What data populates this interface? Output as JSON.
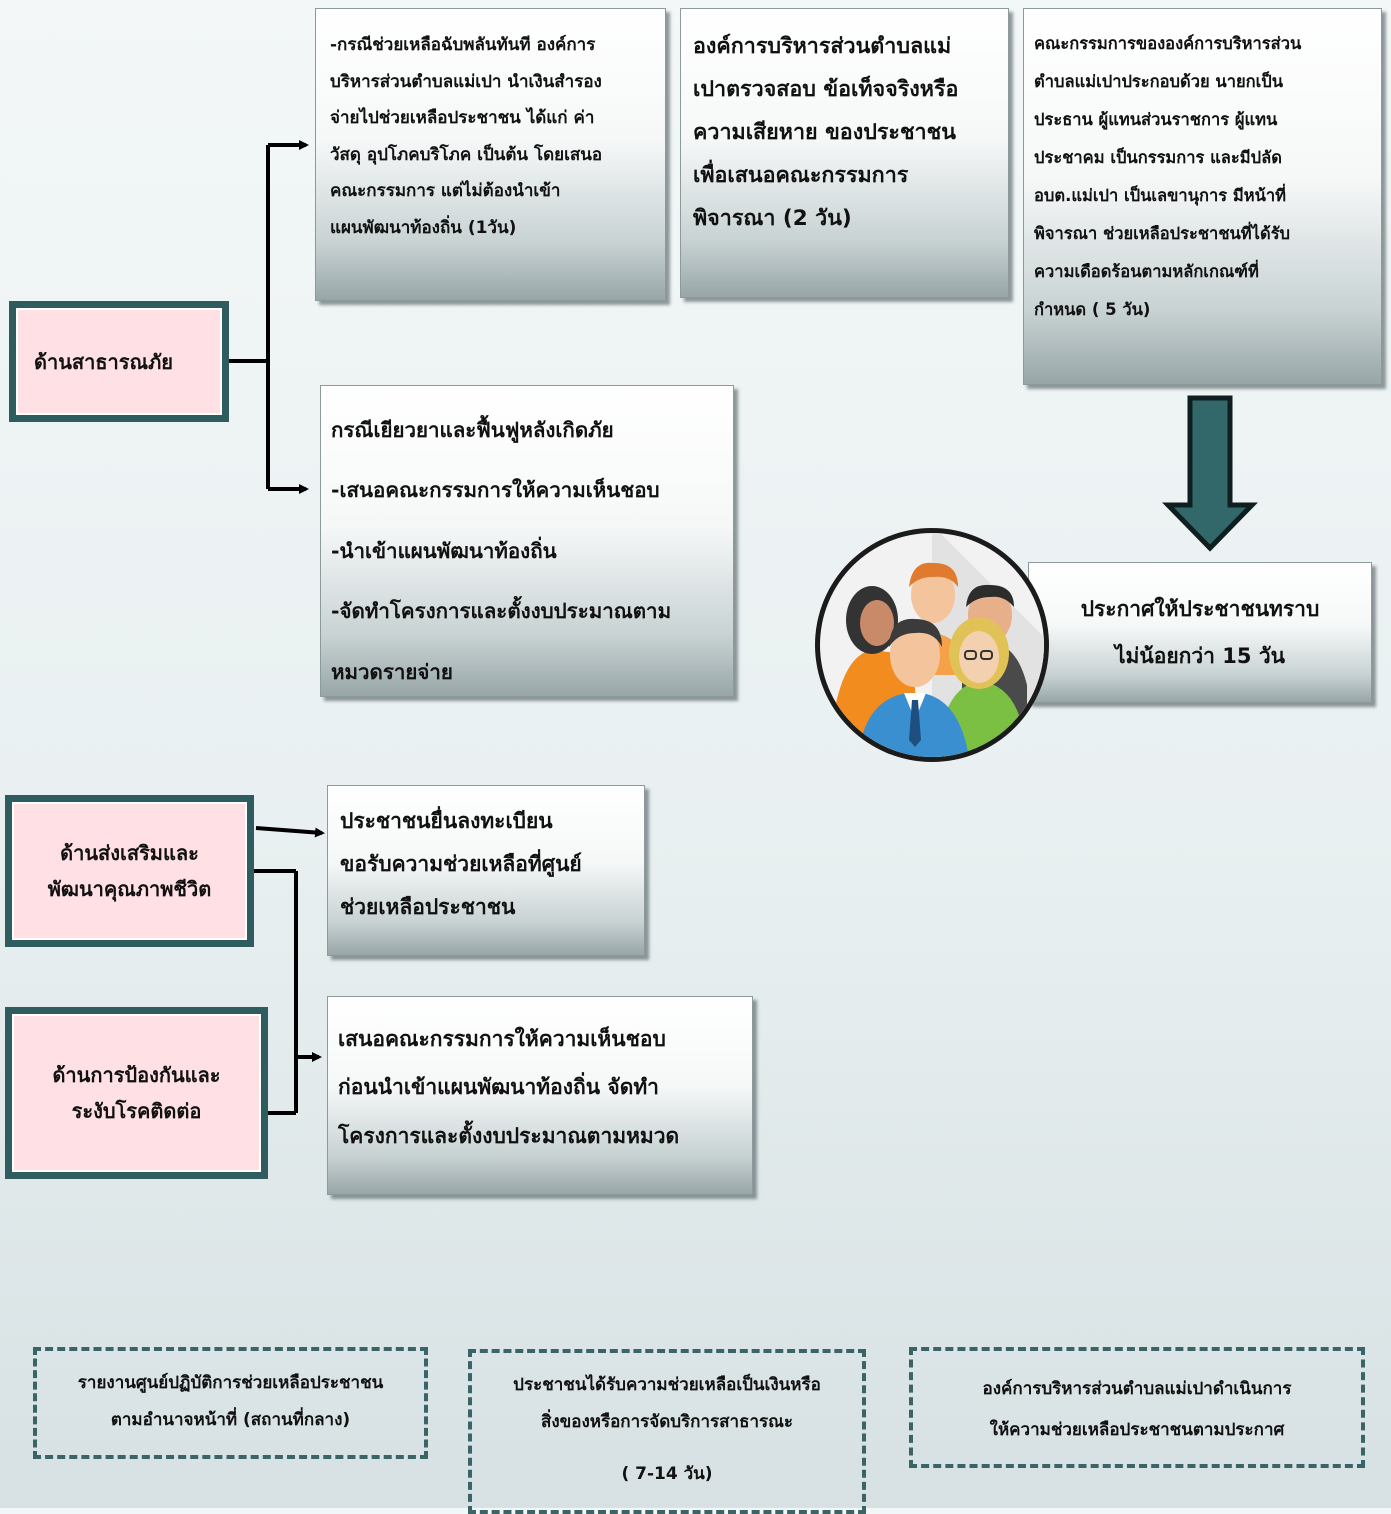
{
  "categories": {
    "disaster": "ด้านสาธารณภัย",
    "quality_of_life": "ด้านส่งเสริมและ\nพัฒนาคุณภาพชีวิต",
    "disease": "ด้านการป้องกันและ\nระงับโรคติดต่อ"
  },
  "boxes": {
    "emergency": "-กรณีช่วยเหลือฉับพลันทันที องค์การ\nบริหารส่วนตำบลแม่เปา นำเงินสำรอง\nจ่ายไปช่วยเหลือประชาชน ได้แก่ ค่า\nวัสดุ อุปโภคบริโภค เป็นต้น โดยเสนอ\nคณะกรรมการ แต่ไม่ต้องนำเข้า\nแผนพัฒนาท้องถิ่น (1วัน)",
    "inspect": "องค์การบริหารส่วนตำบลแม่\nเปาตรวจสอบ ข้อเท็จจริงหรือ\nความเสียหาย ของประชาชน\nเพื่อเสนอคณะกรรมการ\nพิจารณา (2 วัน)",
    "committee": "คณะกรรมการขององค์การบริหารส่วน\nตำบลแม่เปาประกอบด้วย นายกเป็น\nประธาน ผู้แทนส่วนราชการ ผู้แทน\nประชาคม เป็นกรรมการ และมีปลัด\nอบต.แม่เปา เป็นเลขานุการ มีหน้าที่\nพิจารณา ช่วยเหลือประชาชนที่ได้รับ\nความเดือดร้อนตามหลักเกณฑ์ที่\nกำหนด ( 5 วัน)",
    "recovery": "กรณีเยียวยาและฟื้นฟูหลังเกิดภัย\n-เสนอคณะกรรมการให้ความเห็นชอบ\n-นำเข้าแผนพัฒนาท้องถิ่น\n-จัดทำโครงการและตั้งงบประมาณตาม\nหมวดรายจ่าย",
    "announce": "ประกาศให้ประชาชนทราบ\nไม่น้อยกว่า 15 วัน",
    "register": "ประชาชนยื่นลงทะเบียน\nขอรับความช่วยเหลือที่ศูนย์\nช่วยเหลือประชาชน",
    "propose": "เสนอคณะกรรมการให้ความเห็นชอบ\nก่อนนำเข้าแผนพัฒนาท้องถิ่น จัดทำ\nโครงการและตั้งงบประมาณตามหมวด"
  },
  "bottom": {
    "report": "รายงานศูนย์ปฏิบัติการช่วยเหลือประชาชน\nตามอำนาจหน้าที่ (สถานที่กลาง)",
    "receive": "ประชาชนได้รับความช่วยเหลือเป็นเงินหรือ\nสิ่งของหรือการจัดบริการสาธารณะ",
    "receive_days": "( 7-14 วัน)",
    "implement": "องค์การบริหารส่วนตำบลแม่เปาดำเนินการ\nให้ความช่วยเหลือประชาชนตามประกาศ"
  },
  "colors": {
    "teal": "#2f5c5f",
    "pink": "#ffe0e5"
  },
  "icons": {
    "people": "people-group-icon",
    "down_arrow": "down-arrow-icon"
  }
}
